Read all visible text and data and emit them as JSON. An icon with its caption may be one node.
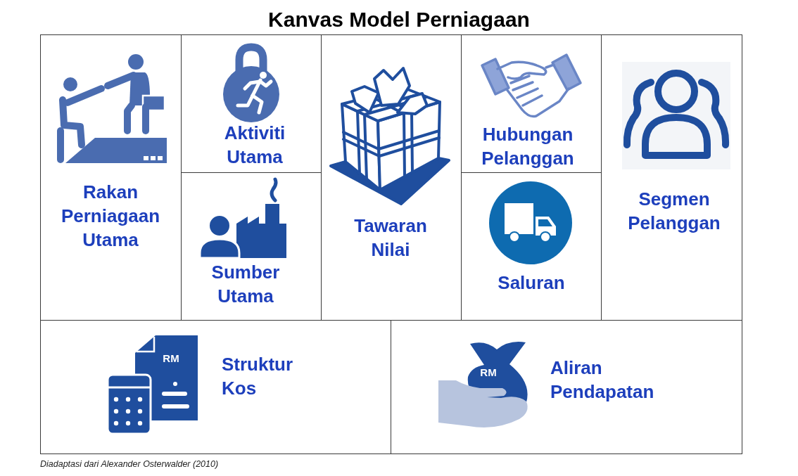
{
  "diagram": {
    "title": "Kanvas Model Perniagaan",
    "caption": "Diadaptasi dari Alexander Osterwalder (2010)",
    "nodes": [
      {
        "text": [
          "Rakan Perniagaan Utama"
        ]
      },
      {
        "text": [
          "Aktiviti Utama"
        ]
      },
      {
        "text": [
          "Sumber Utama"
        ]
      },
      {
        "text": [
          "Tawaran Nilai"
        ]
      },
      {
        "text": [
          "Hubungan Pelanggan"
        ]
      },
      {
        "text": [
          "Saluran"
        ]
      },
      {
        "text": [
          "Segmen Pelanggan"
        ]
      },
      {
        "text": [
          "Struktur Kos"
        ]
      },
      {
        "text": [
          "Aliran Pendapatan"
        ]
      }
    ],
    "labels": [
      "RM",
      "RM"
    ]
  }
}
